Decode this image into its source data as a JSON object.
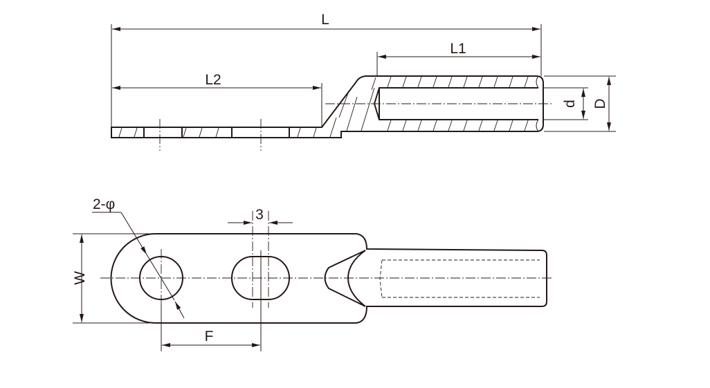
{
  "title": "Two-hole copper cable lug drawing",
  "dimensions": {
    "L": "L",
    "L1": "L1",
    "L2": "L2",
    "d": "d",
    "D": "D",
    "hole": "2-φ",
    "slot": "3",
    "W": "W",
    "F": "F"
  },
  "colors": {
    "line": "#231815",
    "background": "#ffffff"
  }
}
